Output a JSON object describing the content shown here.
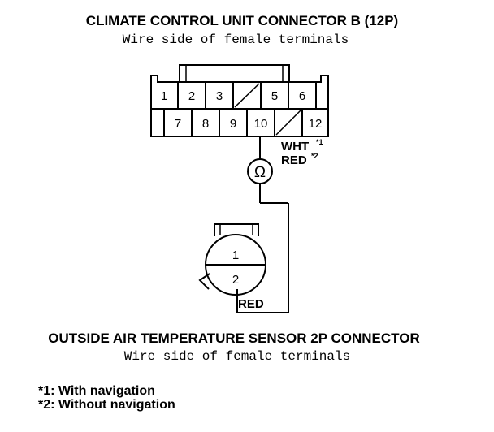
{
  "connector_b": {
    "title": "CLIMATE CONTROL UNIT CONNECTOR B (12P)",
    "subtitle": "Wire side of female terminals",
    "pins": [
      "1",
      "2",
      "3",
      "5",
      "6",
      "7",
      "8",
      "9",
      "10",
      "12"
    ]
  },
  "wire_labels": {
    "line1": "WHT",
    "line1_note": "*1",
    "line2": "RED",
    "line2_note": "*2",
    "bottom": "RED"
  },
  "meter": {
    "symbol": "Ω"
  },
  "sensor": {
    "title": "OUTSIDE AIR TEMPERATURE SENSOR 2P CONNECTOR",
    "subtitle": "Wire side of female terminals",
    "pins": [
      "1",
      "2"
    ]
  },
  "notes": [
    "*1: With navigation",
    "*2: Without navigation"
  ]
}
